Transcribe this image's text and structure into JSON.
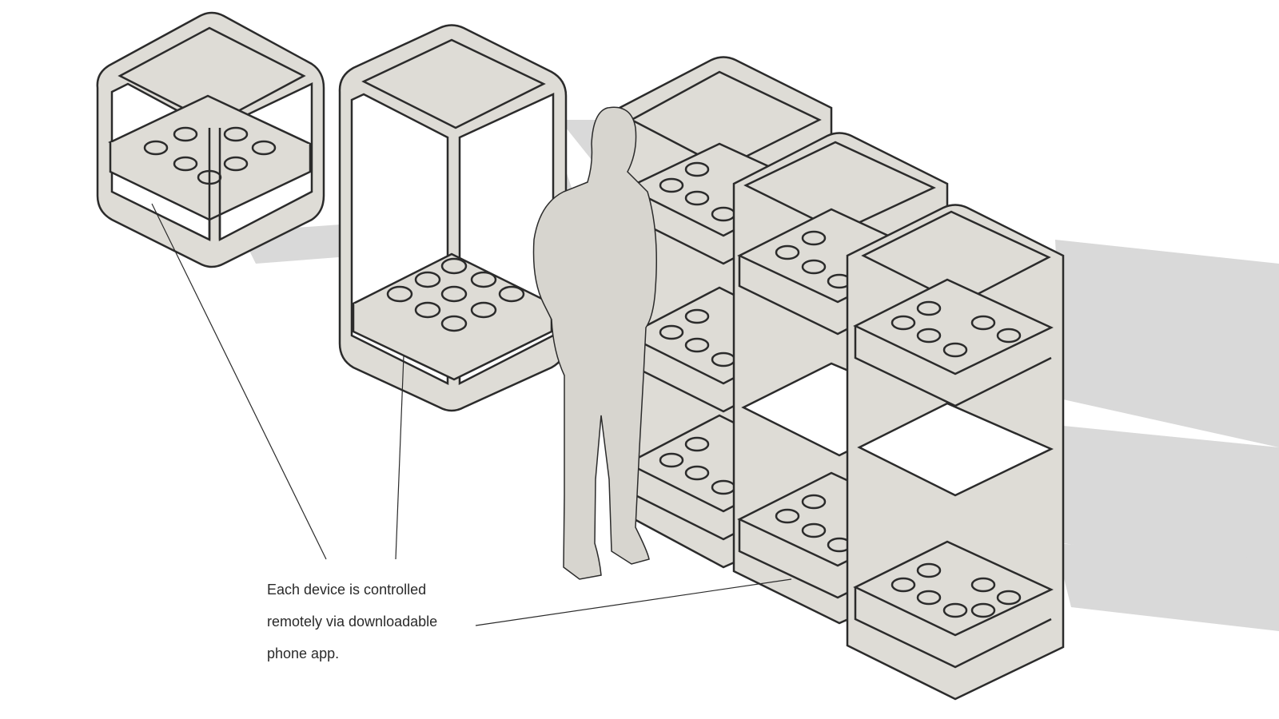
{
  "colors": {
    "background": "#ffffff",
    "module_fill": "#dedcd6",
    "module_stroke": "#2b2b2b",
    "shadow": "#d9d9d9",
    "figure": "#d7d5cf",
    "text": "#2a2a2a"
  },
  "annotation": {
    "lines": [
      "Each device is controlled",
      "remotely via downloadable",
      "phone app."
    ]
  }
}
